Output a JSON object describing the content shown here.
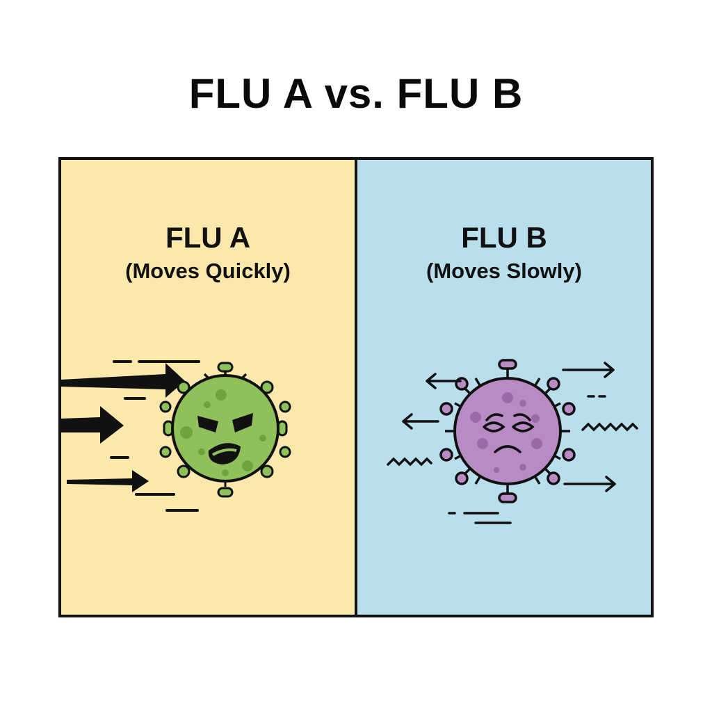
{
  "title": "FLU A vs. FLU B",
  "panels": {
    "a": {
      "heading": "FLU A",
      "subheading": "(Moves Quickly)",
      "background": "#fbe8ad",
      "virus_color": "#8fc05a",
      "virus_spot_color": "#6ea43e",
      "expression": "angry",
      "motion": "fast arrows pointing right"
    },
    "b": {
      "heading": "FLU B",
      "subheading": "(Moves Slowly)",
      "background": "#b9dfec",
      "virus_color": "#b88bc4",
      "virus_spot_color": "#9a6aa8",
      "expression": "sad",
      "motion": "small arrows and wavy lines"
    }
  }
}
